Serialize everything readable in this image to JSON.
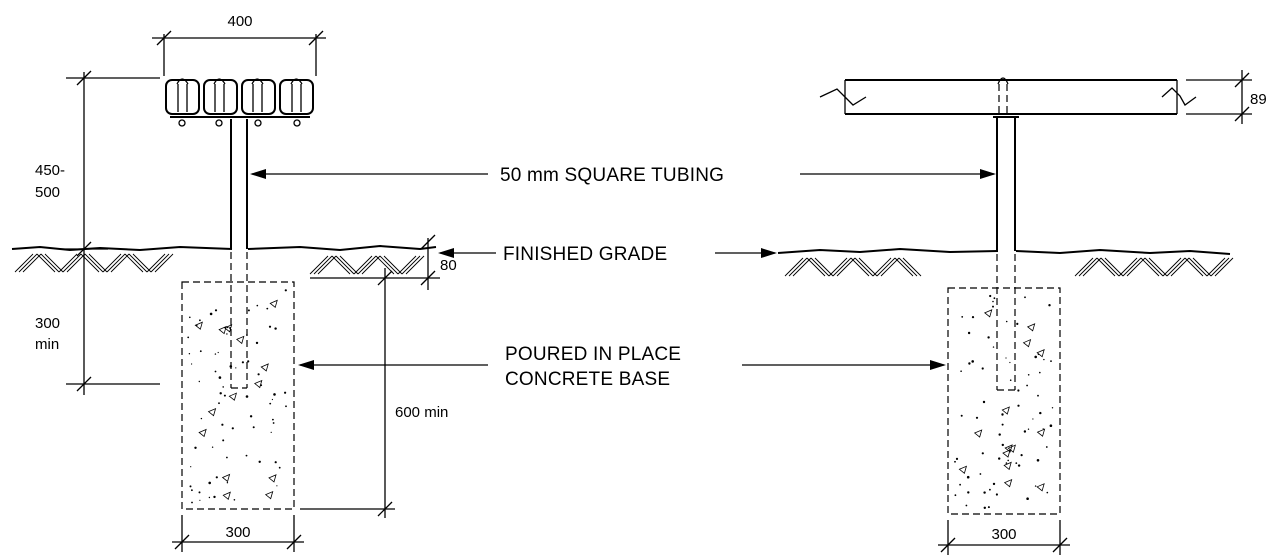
{
  "callouts": {
    "tubing": "50 mm SQUARE TUBING",
    "grade": "FINISHED GRADE",
    "concrete_line1": "POURED IN PLACE",
    "concrete_line2": "CONCRETE BASE"
  },
  "dimensions": {
    "rail_width": "400",
    "height_line1": "450-",
    "height_line2": "500",
    "embed_line1": "300",
    "embed_line2": "min",
    "recess": "80",
    "base_depth": "600 min",
    "base_width_left": "300",
    "base_width_right": "300",
    "rail_height": "89"
  }
}
